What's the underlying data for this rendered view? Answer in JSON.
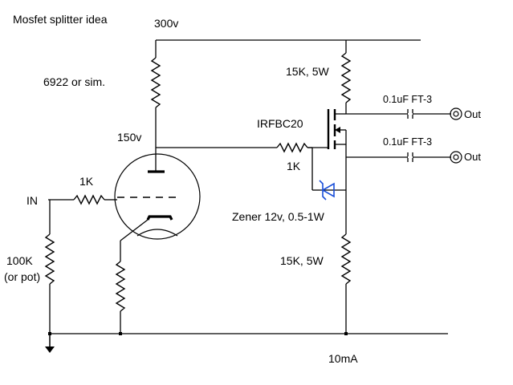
{
  "title": "Mosfet splitter idea",
  "tube_label": "6922 or sim.",
  "supply_label": "300v",
  "plate_voltage_label": "150v",
  "input_label": "IN",
  "grid_resistor_label": "1K",
  "grid_leak_label_line1": "100K",
  "grid_leak_label_line2": "(or pot)",
  "gate_resistor_label": "1K",
  "mosfet_label": "IRFBC20",
  "drain_resistor_label": "15K, 5W",
  "source_resistor_label": "15K, 5W",
  "zener_label": "Zener 12v, 0.5-1W",
  "cap_top_label": "0.1uF FT-3",
  "cap_bottom_label": "0.1uF FT-3",
  "out_top_label": "Out",
  "out_bottom_label": "Out",
  "current_label": "10mA",
  "colors": {
    "zener": "#1a4fd8",
    "ink": "#000000"
  }
}
